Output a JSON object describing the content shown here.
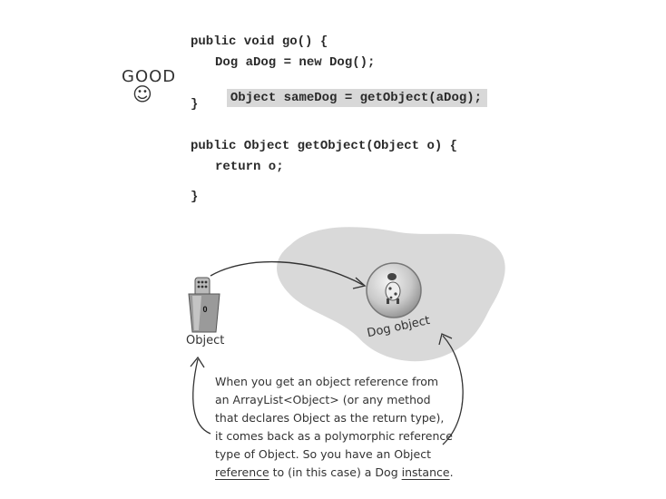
{
  "code": {
    "line1": "public void go() {",
    "line2": "Dog aDog = new Dog();",
    "line3": "Object sameDog = getObject(aDog);",
    "line4": "}",
    "line5": "public Object getObject(Object o) {",
    "line6": "return o;",
    "line7": "}"
  },
  "annotation": {
    "good": "GOOD",
    "smiley": "☺"
  },
  "diagram": {
    "remote_label": "0",
    "object_label": "Object",
    "dog_label": "Dog object"
  },
  "note": {
    "l1": "When you get an object reference from",
    "l2": "an ArrayList<Object> (or any method",
    "l3": "that declares Object as the return type),",
    "l4": "it comes back as a polymorphic reference",
    "l5": "type of Object. So you have an Object",
    "l6_a": "reference",
    "l6_b": " to (in this case) a Dog ",
    "l6_c": "instance",
    "l6_d": "."
  }
}
